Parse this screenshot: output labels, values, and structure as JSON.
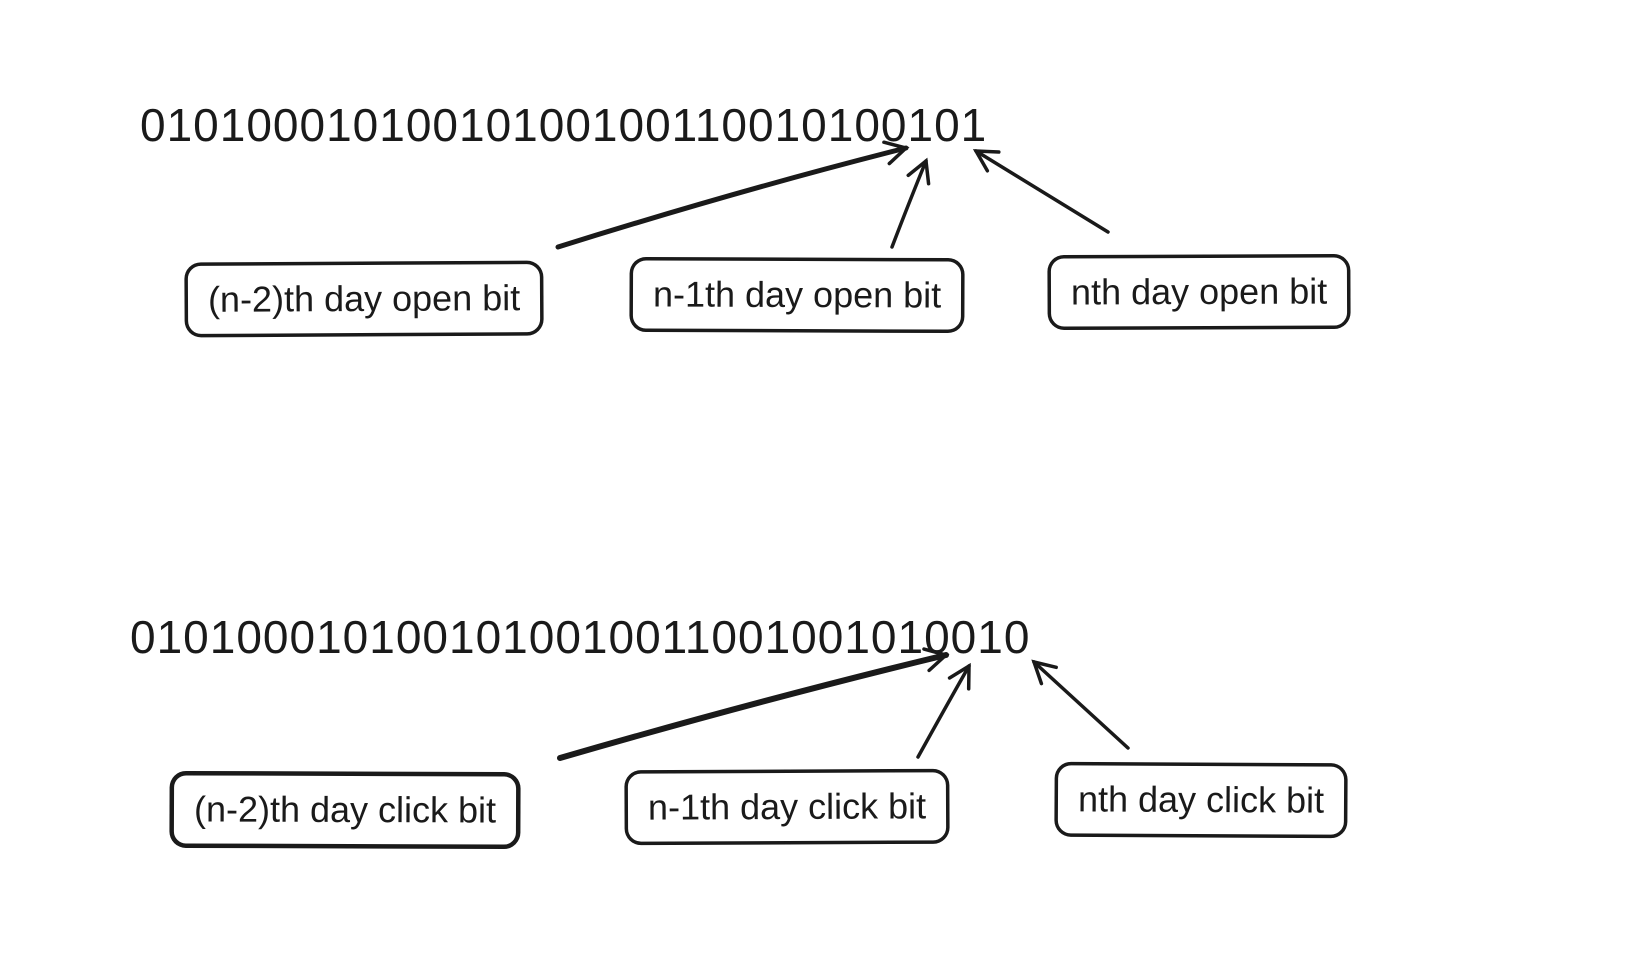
{
  "diagram": {
    "open_section": {
      "binary_string": "01010001010010100100110010100101",
      "boxes": [
        {
          "label": "(n-2)th day open bit"
        },
        {
          "label": "n-1th day open bit"
        },
        {
          "label": "nth day open bit"
        }
      ]
    },
    "click_section": {
      "binary_string": "0101000101001010010011001001010010",
      "boxes": [
        {
          "label": "(n-2)th day click bit"
        },
        {
          "label": "n-1th day click bit"
        },
        {
          "label": "nth day click bit"
        }
      ]
    },
    "colors": {
      "ink": "#1a1a1a",
      "background": "#ffffff"
    }
  }
}
